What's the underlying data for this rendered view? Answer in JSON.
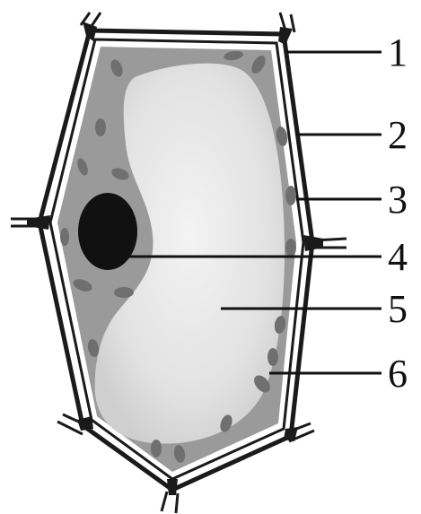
{
  "labels": [
    {
      "id": "1",
      "text": "1"
    },
    {
      "id": "2",
      "text": "2"
    },
    {
      "id": "3",
      "text": "3"
    },
    {
      "id": "4",
      "text": "4"
    },
    {
      "id": "5",
      "text": "5"
    },
    {
      "id": "6",
      "text": "6"
    }
  ],
  "colors": {
    "cytoplasm": "#9a9a9a",
    "vacuole": "#e6e6e6",
    "wall": "#1a1a1a",
    "chloroplast": "#6f6f6f",
    "nucleus": "#111111",
    "leader": "#111111"
  }
}
